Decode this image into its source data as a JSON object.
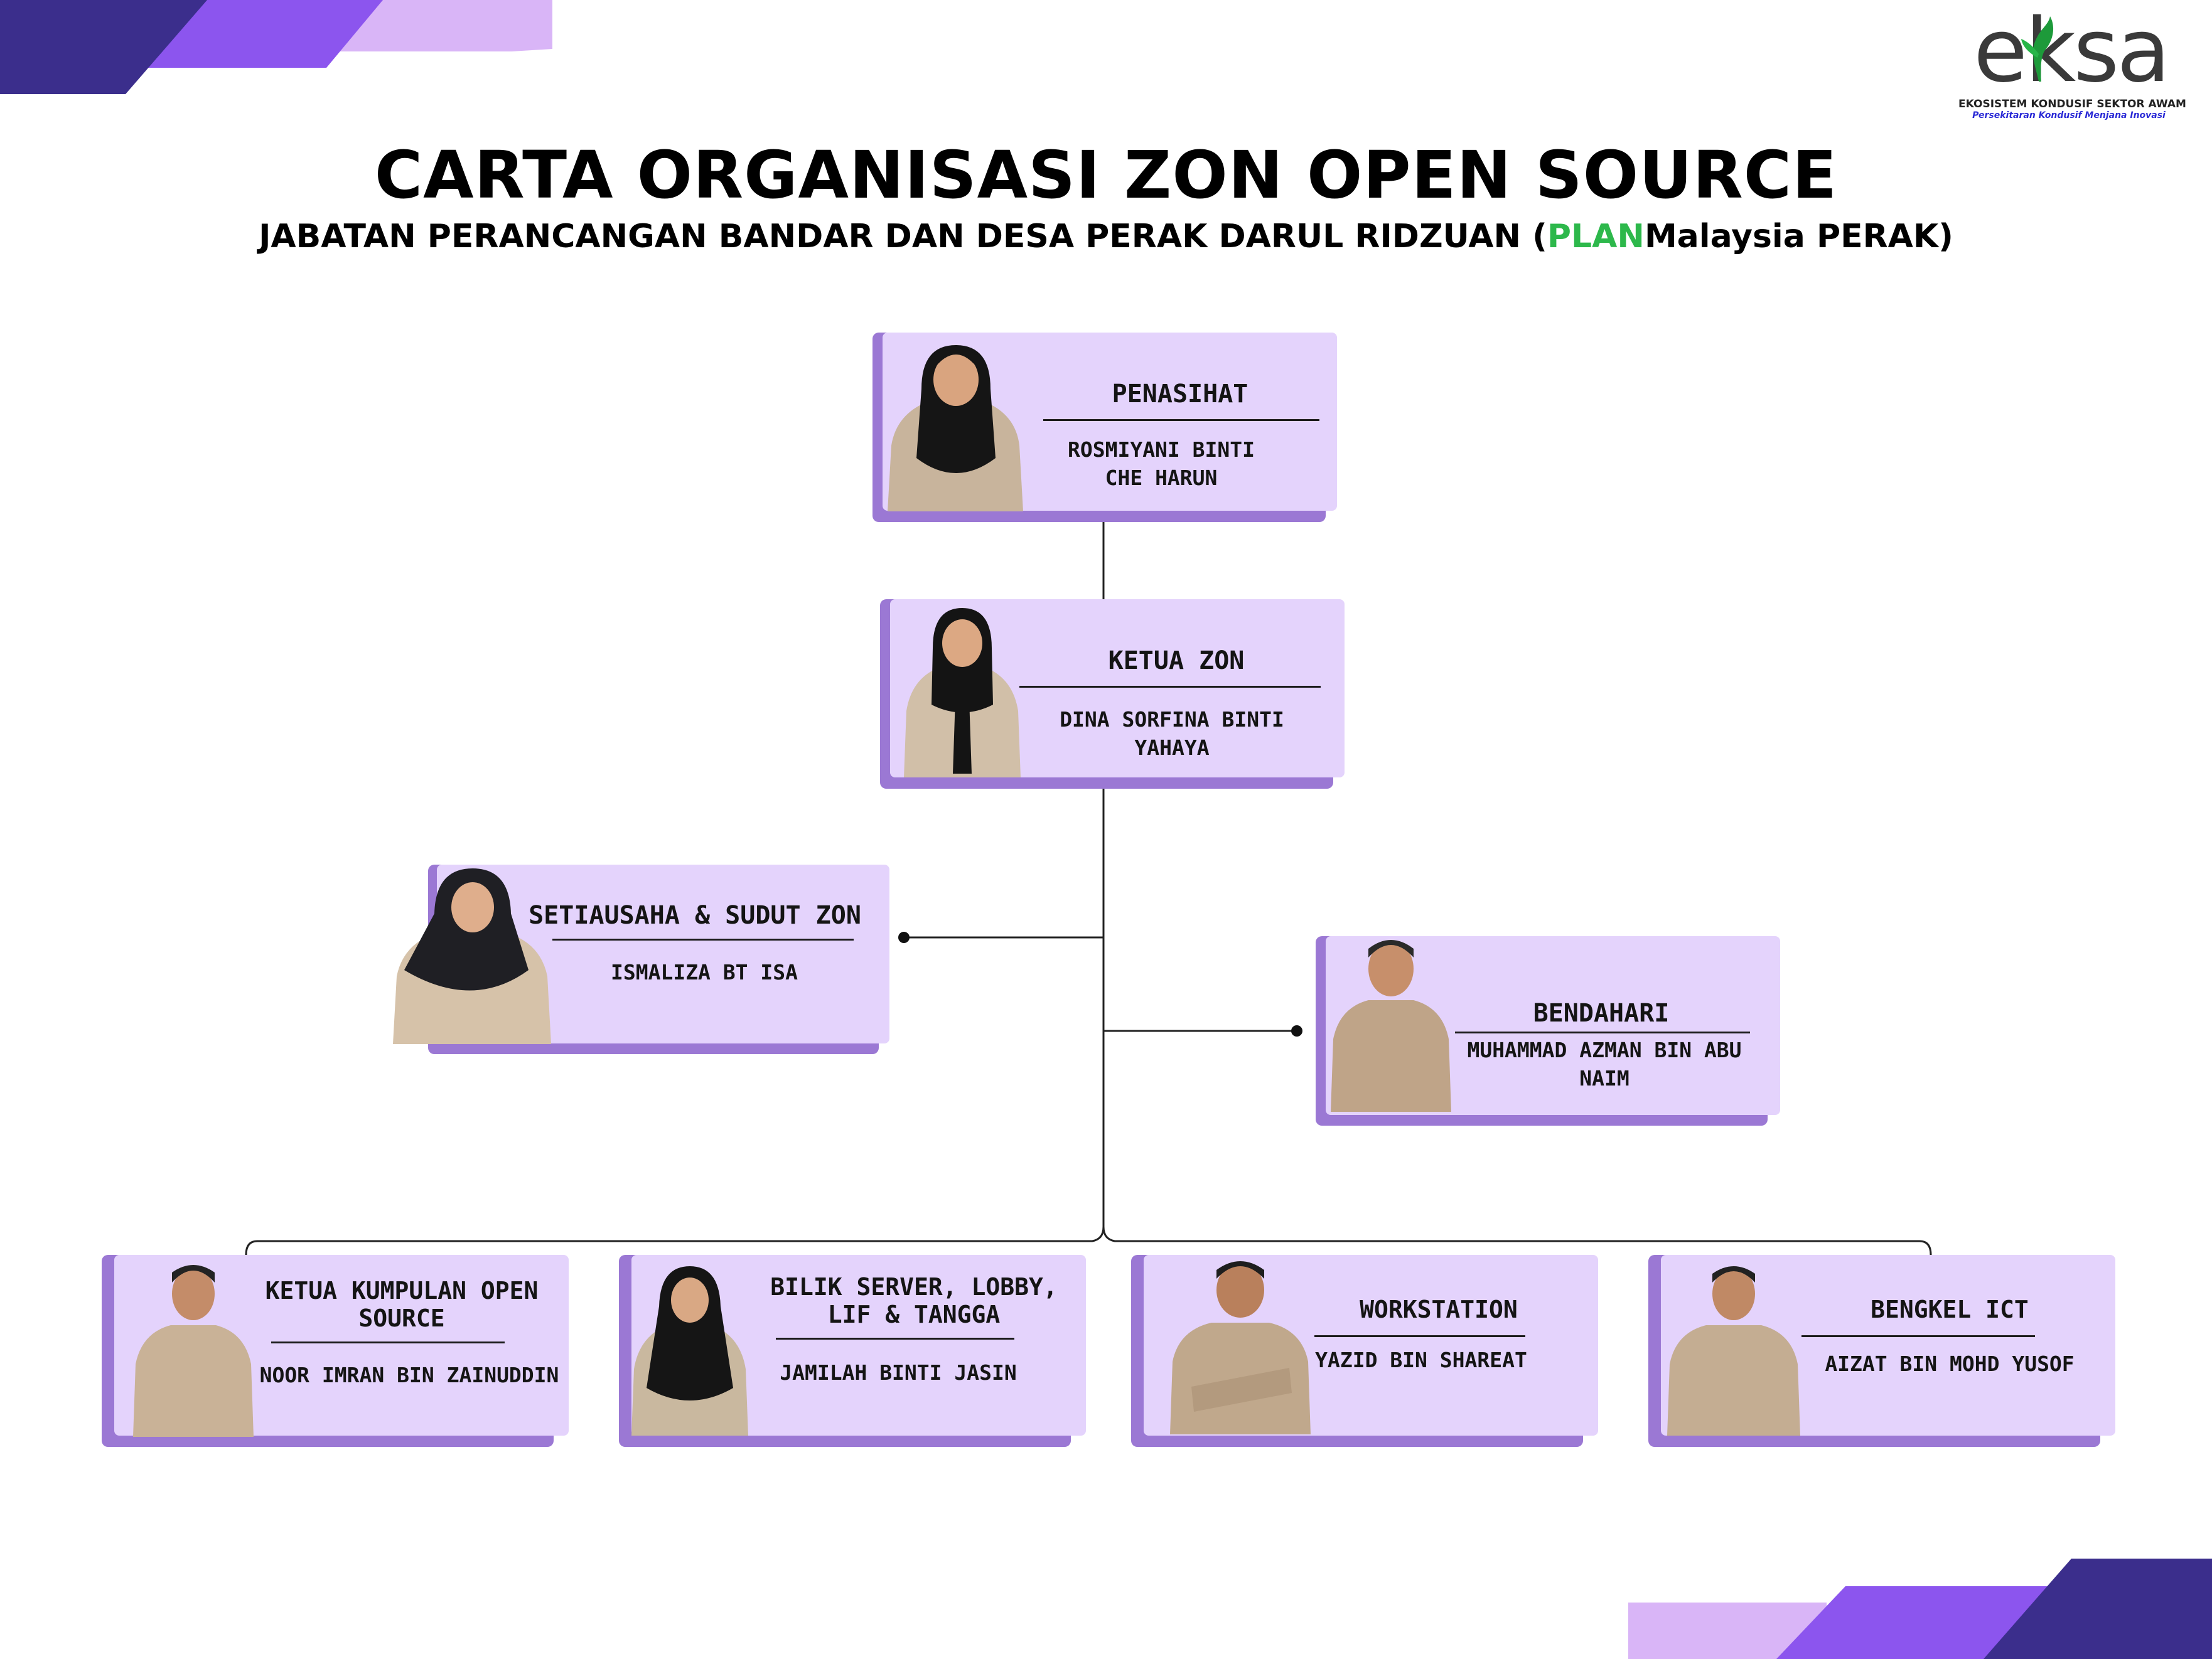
{
  "header": {
    "title": "CARTA ORGANISASI ZON OPEN SOURCE",
    "subtitle_prefix": "JABATAN PERANCANGAN BANDAR DAN DESA PERAK DARUL RIDZUAN  (",
    "subtitle_highlight": "PLAN",
    "subtitle_suffix": "Malaysia PERAK)",
    "highlight_color": "#2db84b"
  },
  "logo": {
    "brand": "eksa",
    "caption_1": "EKOSISTEM KONDUSIF SEKTOR AWAM",
    "caption_2": "Persekitaran Kondusif Menjana Inovasi"
  },
  "colors": {
    "card_face": "#e4d3fc",
    "card_shadow": "#9b78d4",
    "band_dark": "#3b2e8c",
    "band_mid": "#8c55ee",
    "band_light": "#d9b5f7"
  },
  "org": {
    "penasihat": {
      "role": "PENASIHAT",
      "name": "ROSMIYANI BINTI CHE HARUN"
    },
    "ketua_zon": {
      "role": "KETUA ZON",
      "name": "DINA SORFINA BINTI YAHAYA"
    },
    "setiausaha": {
      "role": "SETIAUSAHA & SUDUT ZON",
      "name": "ISMALIZA BT ISA"
    },
    "bendahari": {
      "role": "BENDAHARI",
      "name": "MUHAMMAD AZMAN BIN ABU NAIM"
    },
    "members": [
      {
        "role": "KETUA KUMPULAN OPEN SOURCE",
        "name": "NOOR IMRAN BIN ZAINUDDIN"
      },
      {
        "role": "BILIK SERVER, LOBBY, LIF & TANGGA",
        "name": "JAMILAH BINTI JASIN"
      },
      {
        "role": "WORKSTATION",
        "name": "YAZID BIN SHAREAT"
      },
      {
        "role": "BENGKEL ICT",
        "name": "AIZAT BIN MOHD YUSOF"
      }
    ]
  }
}
